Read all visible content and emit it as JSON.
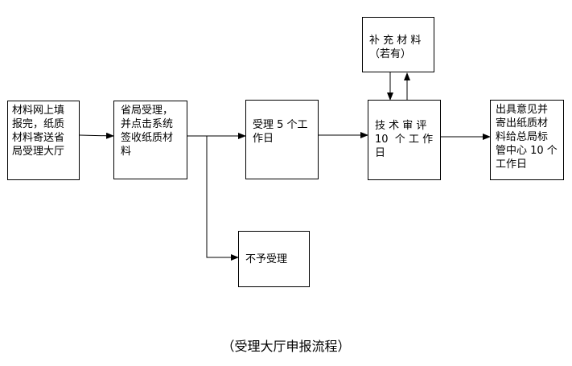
{
  "nodes": {
    "submit": {
      "lines": [
        "材料网上填",
        "报完，纸质",
        "材料寄送省",
        "局受理大厅"
      ]
    },
    "accept": {
      "lines": [
        "省局受理，",
        "并点击系统",
        "签收纸质材",
        "料"
      ]
    },
    "process": {
      "lines": [
        "受理 5 个工",
        "作日"
      ]
    },
    "review": {
      "lines": [
        "技 术 审 评",
        "10  个 工 作",
        "日"
      ]
    },
    "result": {
      "lines": [
        "出具意见并",
        "寄出纸质材",
        "料给总局标",
        "管中心 10 个",
        "工作日"
      ]
    },
    "supplement": {
      "lines": [
        "补 充 材 料",
        "（若有）"
      ]
    },
    "reject": {
      "lines": [
        "不予受理"
      ]
    }
  },
  "caption": "（受理大厅申报流程）"
}
